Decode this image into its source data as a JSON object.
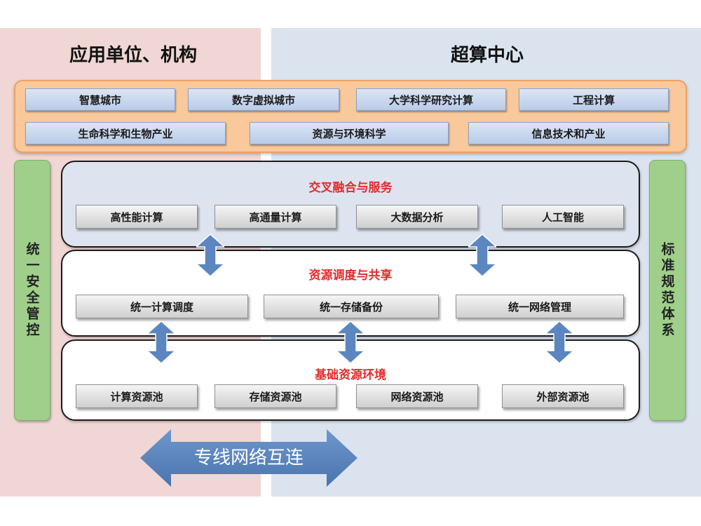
{
  "regions": {
    "left_title": "应用单位、机构",
    "right_title": "超算中心"
  },
  "applications": {
    "row1": [
      "智慧城市",
      "数字虚拟城市",
      "大学科学研究计算",
      "工程计算"
    ],
    "row2": [
      "生命科学和生物产业",
      "资源与环境科学",
      "信息技术和产业"
    ]
  },
  "side": {
    "left": "统一安全管控",
    "right": "标准规范体系"
  },
  "layers": [
    {
      "title": "交叉融合与服务",
      "items": [
        "高性能计算",
        "高通量计算",
        "大数据分析",
        "人工智能"
      ]
    },
    {
      "title": "资源调度与共享",
      "items": [
        "统一计算调度",
        "统一存储备份",
        "统一网络管理"
      ]
    },
    {
      "title": "基础资源环境",
      "items": [
        "计算资源池",
        "存储资源池",
        "网络资源池",
        "外部资源池"
      ]
    }
  ],
  "connection": {
    "label": "专线网络互连"
  },
  "colors": {
    "left_bg": "#f0d6d4",
    "right_bg": "#dbe3ee",
    "app_panel": "#f9c99b",
    "side_bar": "#9fcf8a",
    "layer_title": "#e32b2b",
    "arrow": "#5b86c0"
  }
}
